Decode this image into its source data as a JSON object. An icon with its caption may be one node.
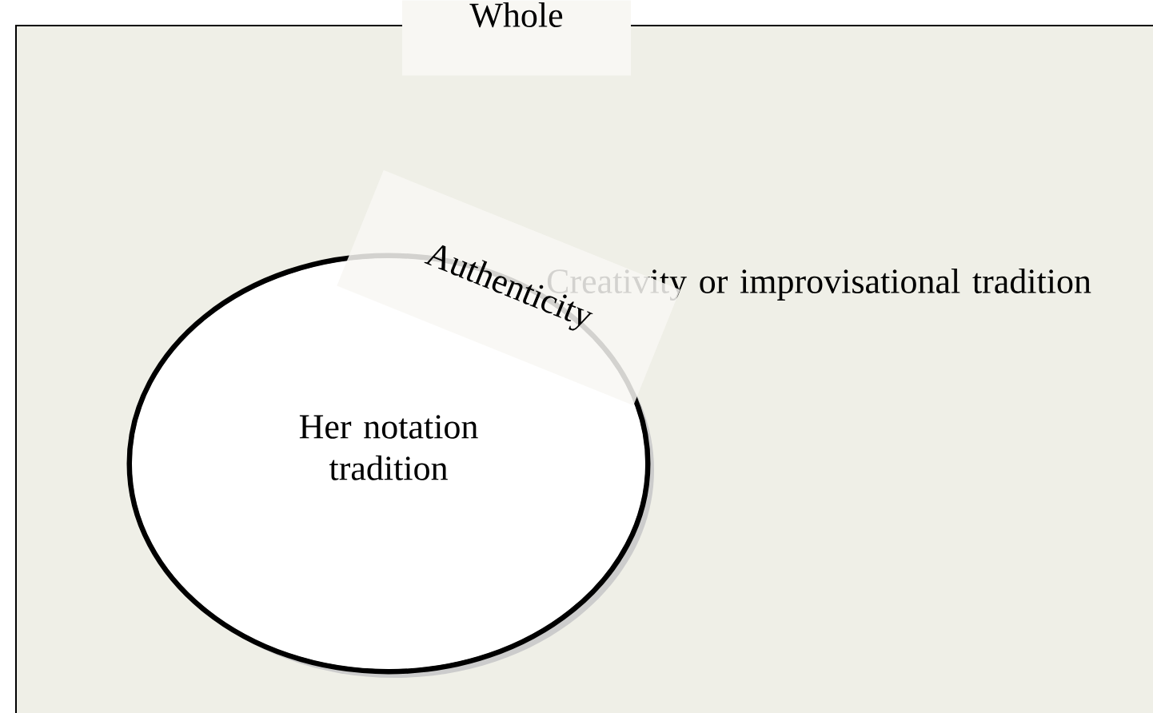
{
  "diagram": {
    "nodes": [
      {
        "text": [
          "Whole",
          "Creativity or improvisational tradition"
        ]
      },
      {
        "text": [
          "Her notation tradition"
        ],
        "in": 0
      },
      {
        "text": [
          "Authenticity"
        ],
        "in": 0
      }
    ]
  }
}
